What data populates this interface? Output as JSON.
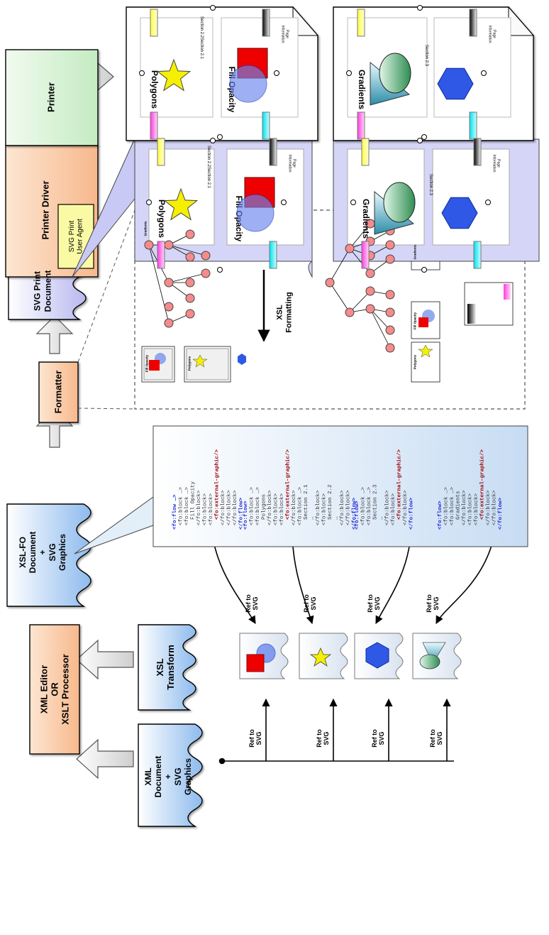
{
  "stages": {
    "editor": "XML Editor|OR|XSLT Processor",
    "xslfo": "XSL-FO|Document|+|SVG|Graphics",
    "formatter": "Formatter",
    "svgprint": "SVG Print|Document",
    "driver": "Printer Driver",
    "agent": "SVG Print|User Agent",
    "printer": "Printer"
  },
  "inputs": {
    "xml_doc": "XML|Document|+|SVG|Graphics",
    "xsl_transform": "XSL|Transform"
  },
  "ref_label": "Ref to|SVG",
  "xsl_formatting": "XSL|Formatting",
  "fo_code": [
    [
      "<fo:flow …>",
      "<fo:block …>",
      "<fo:block …>",
      "Fill Opacity",
      "</fo:block>",
      "<fo:block>",
      "<fo:block>",
      "<fo:external-graphic/>",
      "</fo:block>",
      "</fo:block>",
      "</fo:block>",
      "</fo:flow>"
    ],
    [
      "<fo:flow>",
      "<fo:block …>",
      "<fo:block …>",
      "Polygons",
      "</fo:block>",
      "<fo:block>",
      "<fo:block>",
      "<fo:external-graphic/>",
      "</fo:block>",
      "<fo:block …>",
      "Section 2.1",
      "…",
      "</fo:block>",
      "<fo:block>",
      "Section 2.2",
      "…",
      "</fo:block>",
      "</fo:block>",
      "</fo:flow>"
    ],
    [
      "<fo:flow>",
      "<fo:block …>",
      "<fo:block …>",
      "Section 2.3",
      "…",
      "</fo:block>",
      "<fo:block>",
      "<fo:external-graphic/>",
      "</fo:block>",
      "</fo:flow>"
    ],
    [
      "<fo:flow>",
      "<fo:block …>",
      "<fo:block …>",
      "Gradients",
      "</fo:block>",
      "<fo:block>",
      "<fo:block>",
      "<fo:external-graphic/>",
      "</fo:block>",
      "</fo:block>",
      "</fo:flow>"
    ]
  ],
  "pages": {
    "polygons": "Polygons",
    "fill_opacity": "Fill Opacity",
    "gradients": "Gradients",
    "section_21": "Section 2.1",
    "section_22": "Section 2.2",
    "section_23": "Section 2.3",
    "page_info": "Page|Information"
  },
  "mini_labels": {
    "fill_opacity": "Fill Opacity",
    "polygons": "Polygons",
    "gradients": "Gradients"
  },
  "colors": {
    "orange": "#f9c9a3",
    "green": "#d4efd2",
    "yellow": "#fafaa0",
    "blue_doc": "#9cc4ee",
    "lavender": "#ccccf4",
    "code_bg": "#d8e8f6"
  }
}
